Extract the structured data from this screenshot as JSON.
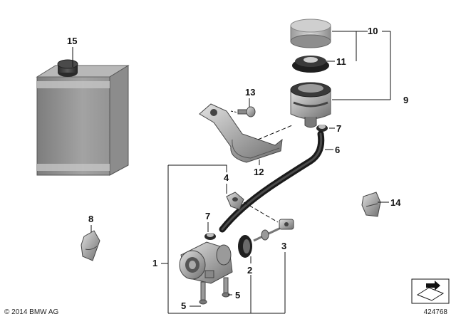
{
  "labels": {
    "p1": "1",
    "p2": "2",
    "p3": "3",
    "p4": "4",
    "p5a": "5",
    "p5b": "5",
    "p6": "6",
    "p7a": "7",
    "p7b": "7",
    "p8": "8",
    "p9": "9",
    "p10": "10",
    "p11": "11",
    "p12": "12",
    "p13": "13",
    "p14": "14",
    "p15": "15"
  },
  "footer": {
    "copyright": "© 2014 BMW AG",
    "diagram_number": "424768"
  }
}
